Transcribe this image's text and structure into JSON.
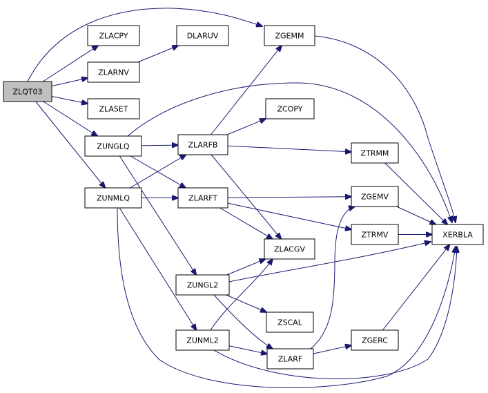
{
  "graph": {
    "edge_color": "#191970",
    "root_fill": "#bfbfbf",
    "node_fill": "#ffffff",
    "nodes": [
      {
        "id": "ZLQT03",
        "label": "ZLQT03",
        "root": true
      },
      {
        "id": "ZLACPY",
        "label": "ZLACPY"
      },
      {
        "id": "ZLARNV",
        "label": "ZLARNV"
      },
      {
        "id": "DLARUV",
        "label": "DLARUV"
      },
      {
        "id": "ZGEMM",
        "label": "ZGEMM"
      },
      {
        "id": "ZLASET",
        "label": "ZLASET"
      },
      {
        "id": "ZUNGLQ",
        "label": "ZUNGLQ"
      },
      {
        "id": "ZLARFB",
        "label": "ZLARFB"
      },
      {
        "id": "ZCOPY",
        "label": "ZCOPY"
      },
      {
        "id": "ZTRMM",
        "label": "ZTRMM"
      },
      {
        "id": "ZUNMLQ",
        "label": "ZUNMLQ"
      },
      {
        "id": "ZLARFT",
        "label": "ZLARFT"
      },
      {
        "id": "ZGEMV",
        "label": "ZGEMV"
      },
      {
        "id": "ZTRMV",
        "label": "ZTRMV"
      },
      {
        "id": "XERBLA",
        "label": "XERBLA"
      },
      {
        "id": "ZLACGV",
        "label": "ZLACGV"
      },
      {
        "id": "ZUNGL2",
        "label": "ZUNGL2"
      },
      {
        "id": "ZSCAL",
        "label": "ZSCAL"
      },
      {
        "id": "ZUNML2",
        "label": "ZUNML2"
      },
      {
        "id": "ZLARF",
        "label": "ZLARF"
      },
      {
        "id": "ZGERC",
        "label": "ZGERC"
      }
    ],
    "edges": [
      [
        "ZLQT03",
        "ZLACPY"
      ],
      [
        "ZLQT03",
        "ZLARNV"
      ],
      [
        "ZLQT03",
        "ZGEMM"
      ],
      [
        "ZLQT03",
        "ZLASET"
      ],
      [
        "ZLQT03",
        "ZUNGLQ"
      ],
      [
        "ZLQT03",
        "ZUNMLQ"
      ],
      [
        "ZLARNV",
        "DLARUV"
      ],
      [
        "ZGEMM",
        "XERBLA"
      ],
      [
        "ZUNGLQ",
        "XERBLA"
      ],
      [
        "ZUNGLQ",
        "ZLARFB"
      ],
      [
        "ZUNGLQ",
        "ZLARFT"
      ],
      [
        "ZUNGLQ",
        "ZUNGL2"
      ],
      [
        "ZUNMLQ",
        "ZLARFB"
      ],
      [
        "ZUNMLQ",
        "ZLARFT"
      ],
      [
        "ZUNMLQ",
        "ZUNML2"
      ],
      [
        "ZUNMLQ",
        "XERBLA"
      ],
      [
        "ZLARFB",
        "ZGEMM"
      ],
      [
        "ZLARFB",
        "ZCOPY"
      ],
      [
        "ZLARFB",
        "ZTRMM"
      ],
      [
        "ZLARFB",
        "ZLACGV"
      ],
      [
        "ZLARFT",
        "ZGEMV"
      ],
      [
        "ZLARFT",
        "ZTRMV"
      ],
      [
        "ZLARFT",
        "ZLACGV"
      ],
      [
        "ZTRMM",
        "XERBLA"
      ],
      [
        "ZGEMV",
        "XERBLA"
      ],
      [
        "ZTRMV",
        "XERBLA"
      ],
      [
        "ZUNGL2",
        "ZLACGV"
      ],
      [
        "ZUNGL2",
        "XERBLA"
      ],
      [
        "ZUNGL2",
        "ZSCAL"
      ],
      [
        "ZUNGL2",
        "ZLARF"
      ],
      [
        "ZUNML2",
        "ZLACGV"
      ],
      [
        "ZUNML2",
        "ZLARF"
      ],
      [
        "ZUNML2",
        "XERBLA"
      ],
      [
        "ZLARF",
        "ZGEMV"
      ],
      [
        "ZLARF",
        "ZGERC"
      ],
      [
        "ZGERC",
        "XERBLA"
      ]
    ]
  }
}
